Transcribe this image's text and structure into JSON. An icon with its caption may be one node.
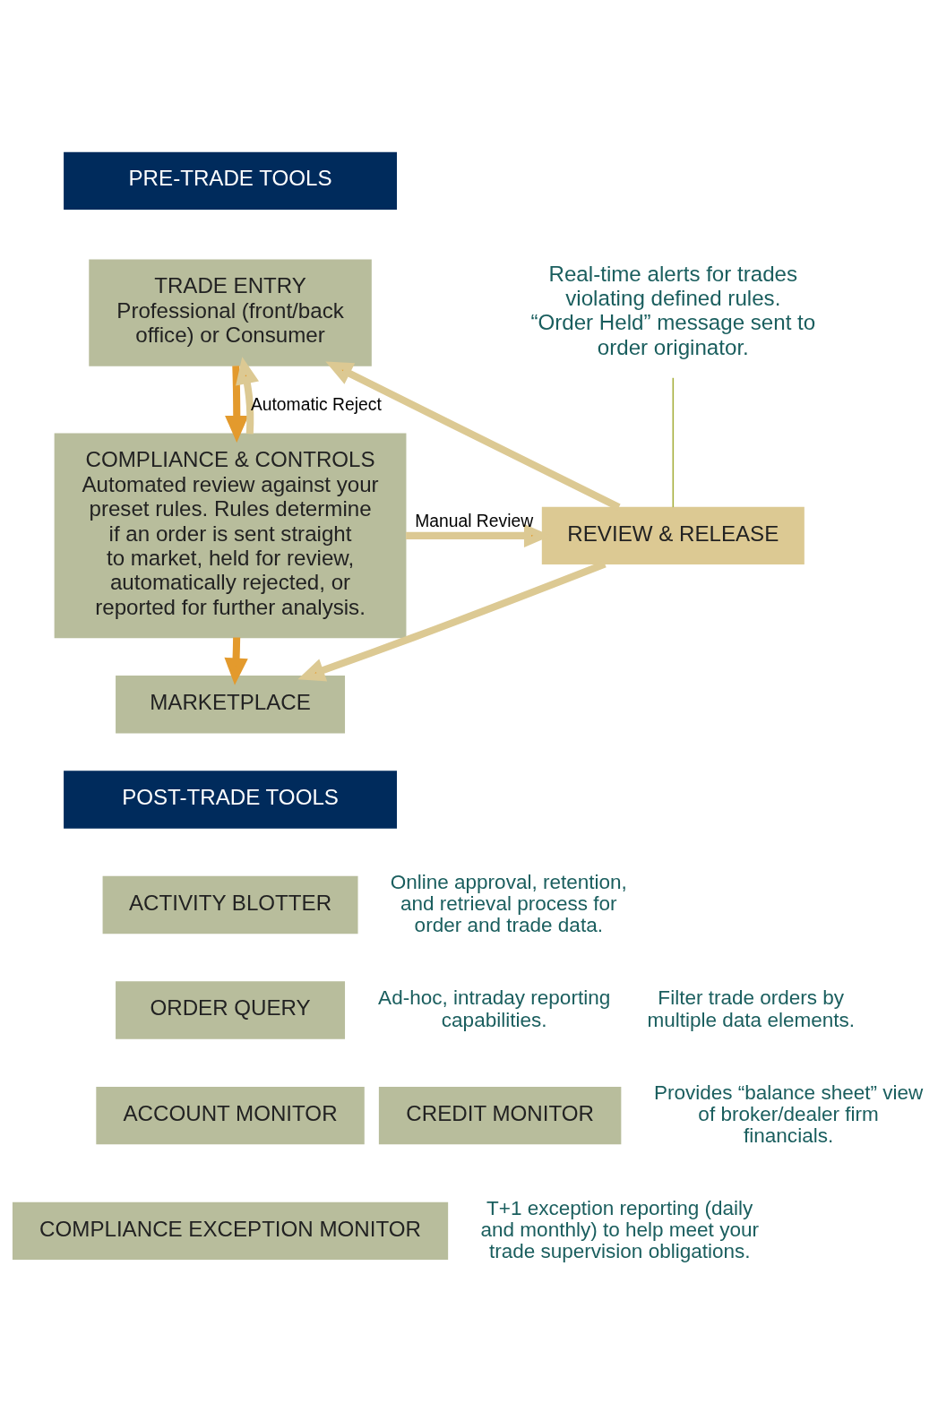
{
  "diagram": {
    "nodes": [
      {
        "text": [
          "PRE-TRADE TOOLS"
        ]
      },
      {
        "text": [
          "TRADE ENTRY",
          "Professional (front/back office) or Consumer"
        ]
      },
      {
        "text": [
          "COMPLIANCE & CONTROLS",
          "Automated review against your preset rules. Rules determine if an order is sent straight to market, held for review, automatically rejected, or reported for further analysis."
        ]
      },
      {
        "text": [
          "MARKETPLACE"
        ]
      },
      {
        "text": [
          "REVIEW & RELEASE"
        ]
      },
      {
        "text": [
          "Real-time alerts for trades violating defined rules.",
          "“Order Held” message sent to order originator."
        ]
      },
      {
        "text": [
          "POST-TRADE TOOLS"
        ]
      },
      {
        "text": [
          "ACTIVITY BLOTTER"
        ],
        "beside": [
          "Online approval, retention, and retrieval process for order and trade data."
        ]
      },
      {
        "text": [
          "ORDER QUERY"
        ],
        "beside": [
          "Ad-hoc, intraday reporting capabilities.",
          "Filter trade orders by multiple data elements."
        ]
      },
      {
        "text": [
          "ACCOUNT MONITOR"
        ]
      },
      {
        "text": [
          "CREDIT MONITOR"
        ],
        "beside": [
          "Provides “balance sheet” view of broker/dealer firm financials."
        ]
      },
      {
        "text": [
          "COMPLIANCE EXCEPTION MONITOR"
        ],
        "beside": [
          "T+1 exception reporting (daily and monthly) to help meet your trade supervision obligations."
        ]
      }
    ],
    "edges": [
      {
        "from": 1,
        "to": 2,
        "arrow": "to",
        "color": "#e39a2d"
      },
      {
        "from": 2,
        "to": 3,
        "arrow": "to",
        "color": "#e39a2d"
      },
      {
        "from": 2,
        "to": 1,
        "arrow": "to",
        "label": "Automatic Reject"
      },
      {
        "from": 2,
        "to": 4,
        "arrow": "to",
        "label": "Manual Review"
      },
      {
        "from": 4,
        "to": 1,
        "arrow": "to"
      },
      {
        "from": 4,
        "to": 3,
        "arrow": "to"
      },
      {
        "from": 5,
        "to": 4,
        "arrow": "none"
      }
    ]
  }
}
